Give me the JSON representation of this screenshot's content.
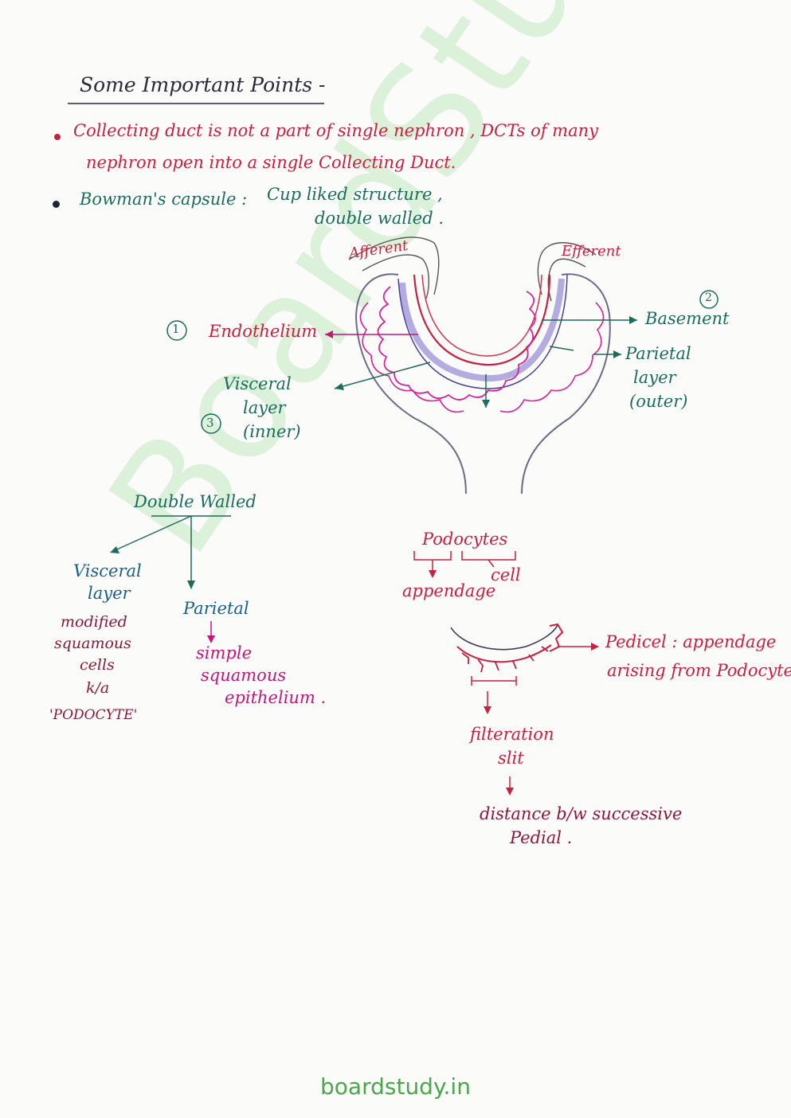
{
  "heading": "Some Important Points -",
  "points": [
    {
      "line1": "Collecting duct is not a part of single nephron , DCTs of many",
      "line2": "nephron open into a single Collecting Duct."
    },
    {
      "label": "Bowman's capsule :",
      "line1": "Cup liked structure ,",
      "line2": "double walled ."
    }
  ],
  "diagram": {
    "afferent": "Afferent",
    "efferent": "Efferent",
    "endothelium": "Endothelium",
    "basement": "Basement",
    "parietal": [
      "Parietal",
      "layer",
      "(outer)"
    ],
    "visceral": [
      "Visceral",
      "layer",
      "(inner)"
    ],
    "num1": "1",
    "num2": "2",
    "num3": "3"
  },
  "tree": {
    "root": "Double Walled",
    "left": [
      "Visceral",
      "layer"
    ],
    "left_desc": [
      "modified",
      "squamous",
      "cells",
      "k/a",
      "'PODOCYTE'"
    ],
    "right": "Parietal",
    "right_desc": [
      "simple",
      "squamous",
      "epithelium ."
    ]
  },
  "podocytes": {
    "title": "Podocytes",
    "appendage": "appendage",
    "cell": "cell"
  },
  "pedicel": {
    "line1": "Pedicel : appendage",
    "line2": "arising from Podocyte",
    "slit1": "filteration",
    "slit2": "slit",
    "dist1": "distance b/w successive",
    "dist2": "Pedial ."
  },
  "watermark": "BoardStudy",
  "footer": "boardstudy.in",
  "colors": {
    "red": "#c8203f",
    "teal": "#1d6b5c",
    "magenta": "#c2187a",
    "blue": "#1a5f8a",
    "green": "#4aa84a"
  }
}
